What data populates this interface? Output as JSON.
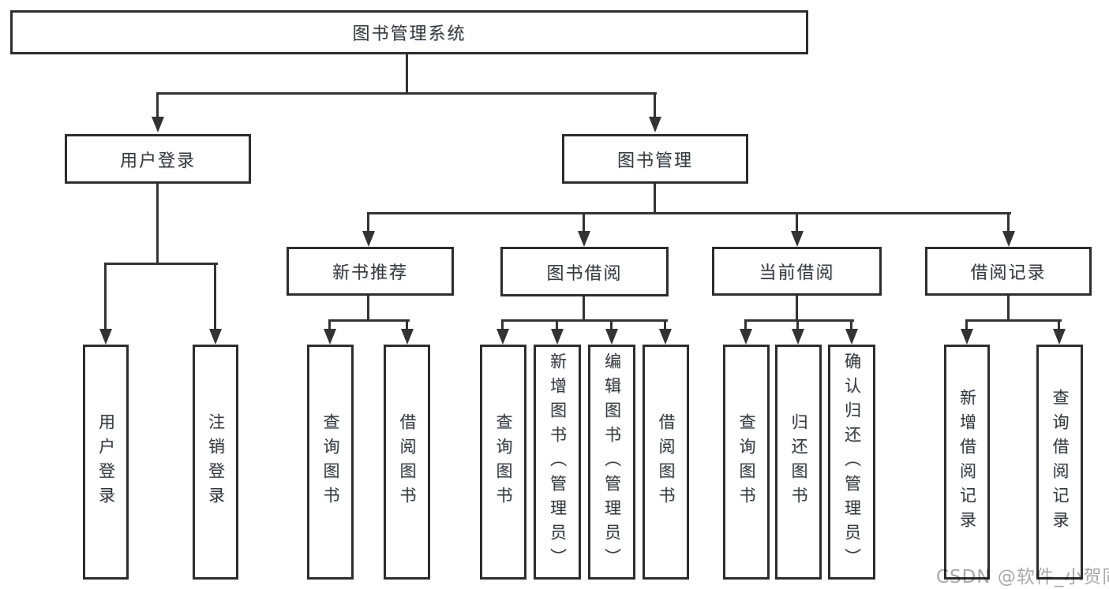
{
  "diagram": {
    "type": "hierarchy-tree",
    "tree": {
      "label": "图书管理系统",
      "children": [
        {
          "label": "用户登录",
          "children": [
            {
              "label": "用户登录"
            },
            {
              "label": "注销登录"
            }
          ]
        },
        {
          "label": "图书管理",
          "children": [
            {
              "label": "新书推荐",
              "children": [
                {
                  "label": "查询图书"
                },
                {
                  "label": "借阅图书"
                }
              ]
            },
            {
              "label": "图书借阅",
              "children": [
                {
                  "label": "查询图书"
                },
                {
                  "label": "新增图书（管理员）"
                },
                {
                  "label": "编辑图书（管理员）"
                },
                {
                  "label": "借阅图书"
                }
              ]
            },
            {
              "label": "当前借阅",
              "children": [
                {
                  "label": "查询图书"
                },
                {
                  "label": "归还图书"
                },
                {
                  "label": "确认归还（管理员）"
                }
              ]
            },
            {
              "label": "借阅记录",
              "children": [
                {
                  "label": "新增借阅记录"
                },
                {
                  "label": "查询借阅记录"
                }
              ]
            }
          ]
        }
      ]
    },
    "colors": {
      "line": "#333333",
      "box_border": "#2d2d2d",
      "box_fill": "#ffffff",
      "text": "#3a3a3a",
      "background": "#ffffff",
      "watermark": "#a9a9a9"
    }
  },
  "watermark": {
    "text": "CSDN @软件_小贺同学"
  }
}
